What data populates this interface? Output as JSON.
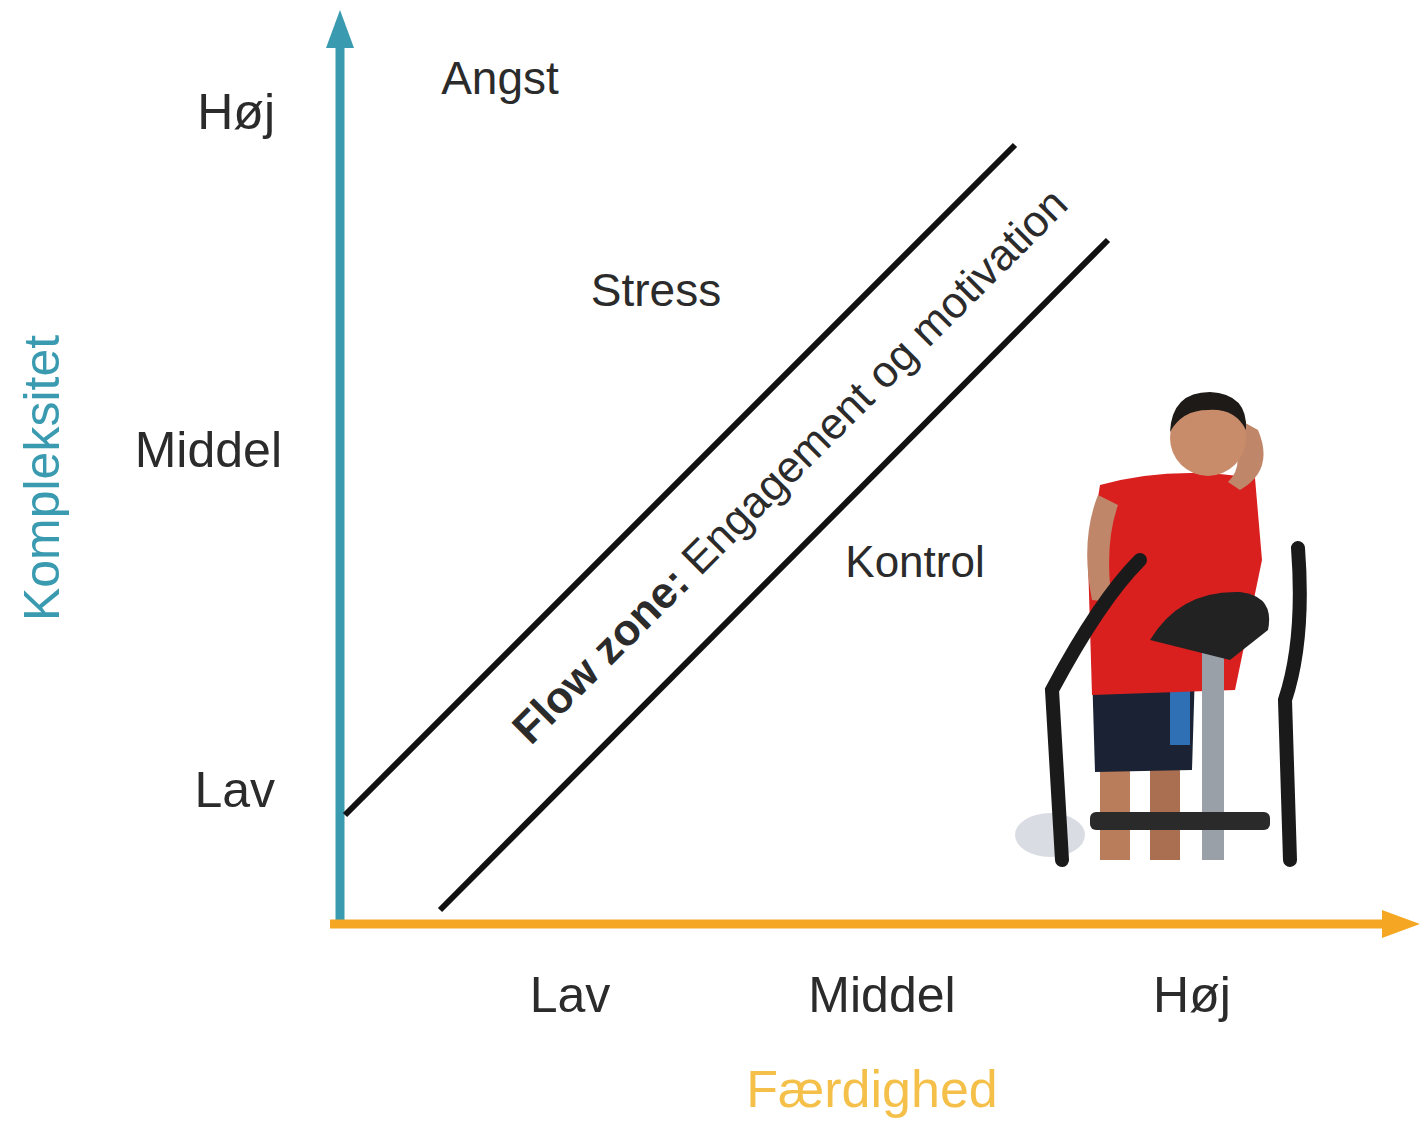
{
  "diagram": {
    "labels": [
      "Angst",
      "Stress",
      "Flow zone:",
      "Engagement og motivation",
      "Kontrol",
      "Høj",
      "Middel",
      "Lav",
      "Kompleksitet",
      "Lav",
      "Middel",
      "Høj",
      "Færdighed"
    ]
  }
}
